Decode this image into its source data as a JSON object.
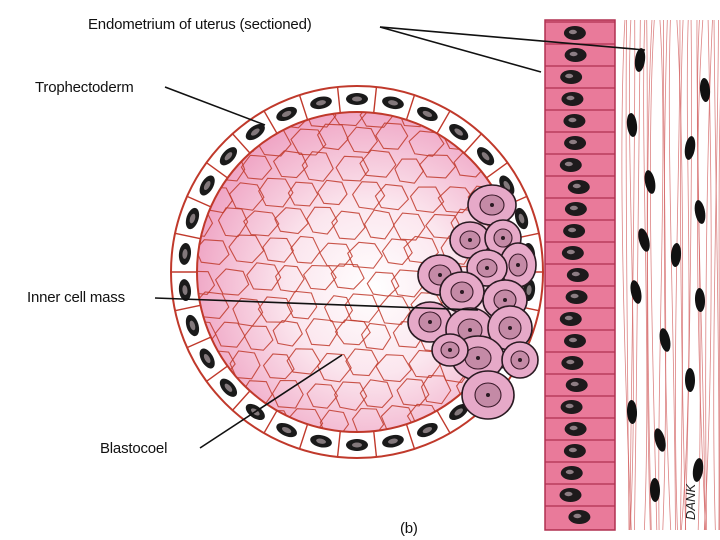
{
  "labels": {
    "endometrium": "Endometrium of uterus (sectioned)",
    "trophectoderm": "Trophectoderm",
    "inner_cell_mass": "Inner cell mass",
    "blastocoel": "Blastocoel",
    "panel": "(b)"
  },
  "signature": "DANK",
  "colors": {
    "blastocoel_fill": "#f4c6d8",
    "cell_line": "#c0392b",
    "icm_fill": "#e6a9c8",
    "icm_outline": "#2a1a22",
    "epithelium_fill": "#e97a9a",
    "nucleus": "#1a1a1a",
    "stroma_line": "#d05a5a"
  }
}
